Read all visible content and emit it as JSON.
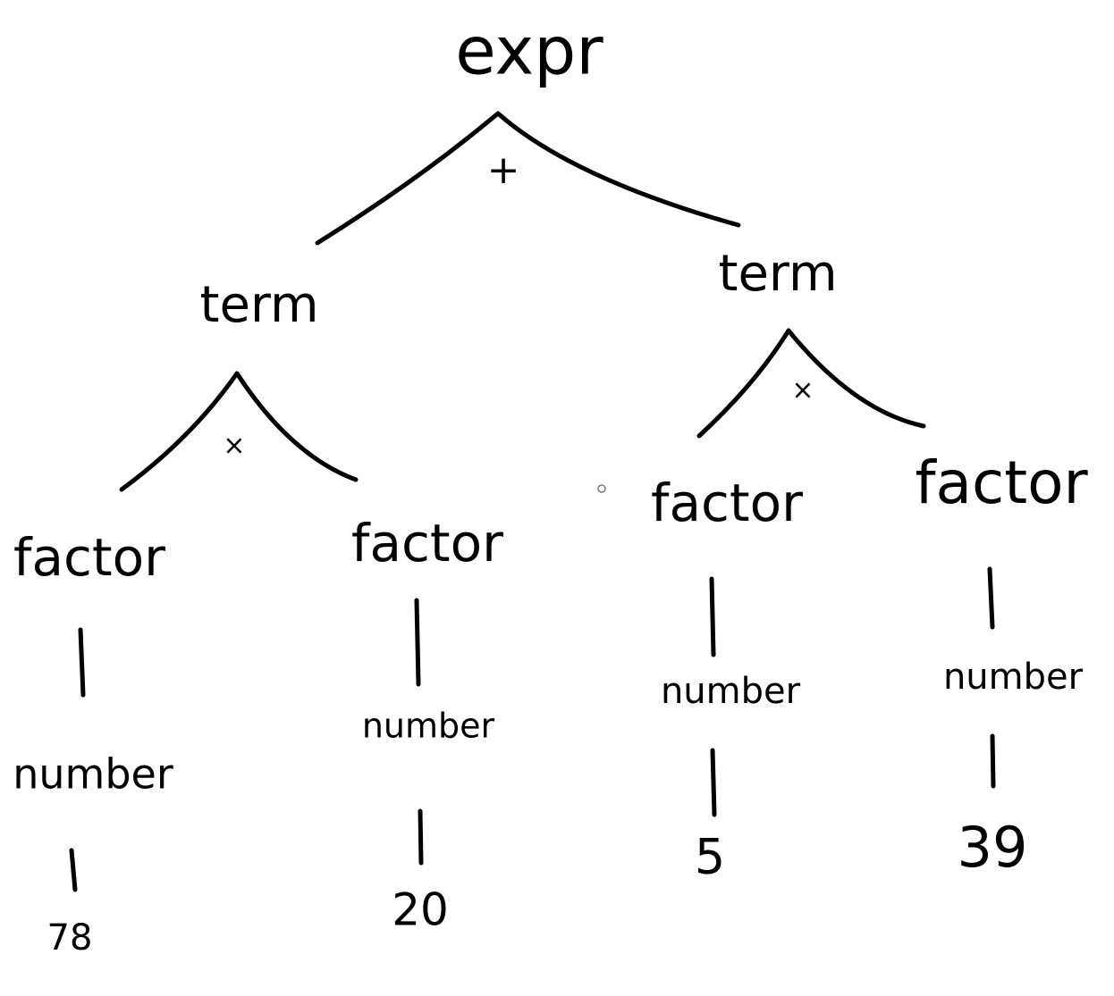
{
  "tree": {
    "root": {
      "label": "expr",
      "operator": "+",
      "children": [
        {
          "label": "term",
          "operator": "×",
          "children": [
            {
              "label": "factor",
              "chain": [
                "number",
                "78"
              ]
            },
            {
              "label": "factor",
              "chain": [
                "number",
                "20"
              ]
            }
          ]
        },
        {
          "label": "term",
          "operator": "×",
          "children": [
            {
              "label": "factor",
              "chain": [
                "number",
                "5"
              ]
            },
            {
              "label": "factor",
              "chain": [
                "number",
                "39"
              ]
            }
          ]
        }
      ]
    }
  },
  "colors": {
    "ink": "#000000",
    "background": "#ffffff"
  }
}
